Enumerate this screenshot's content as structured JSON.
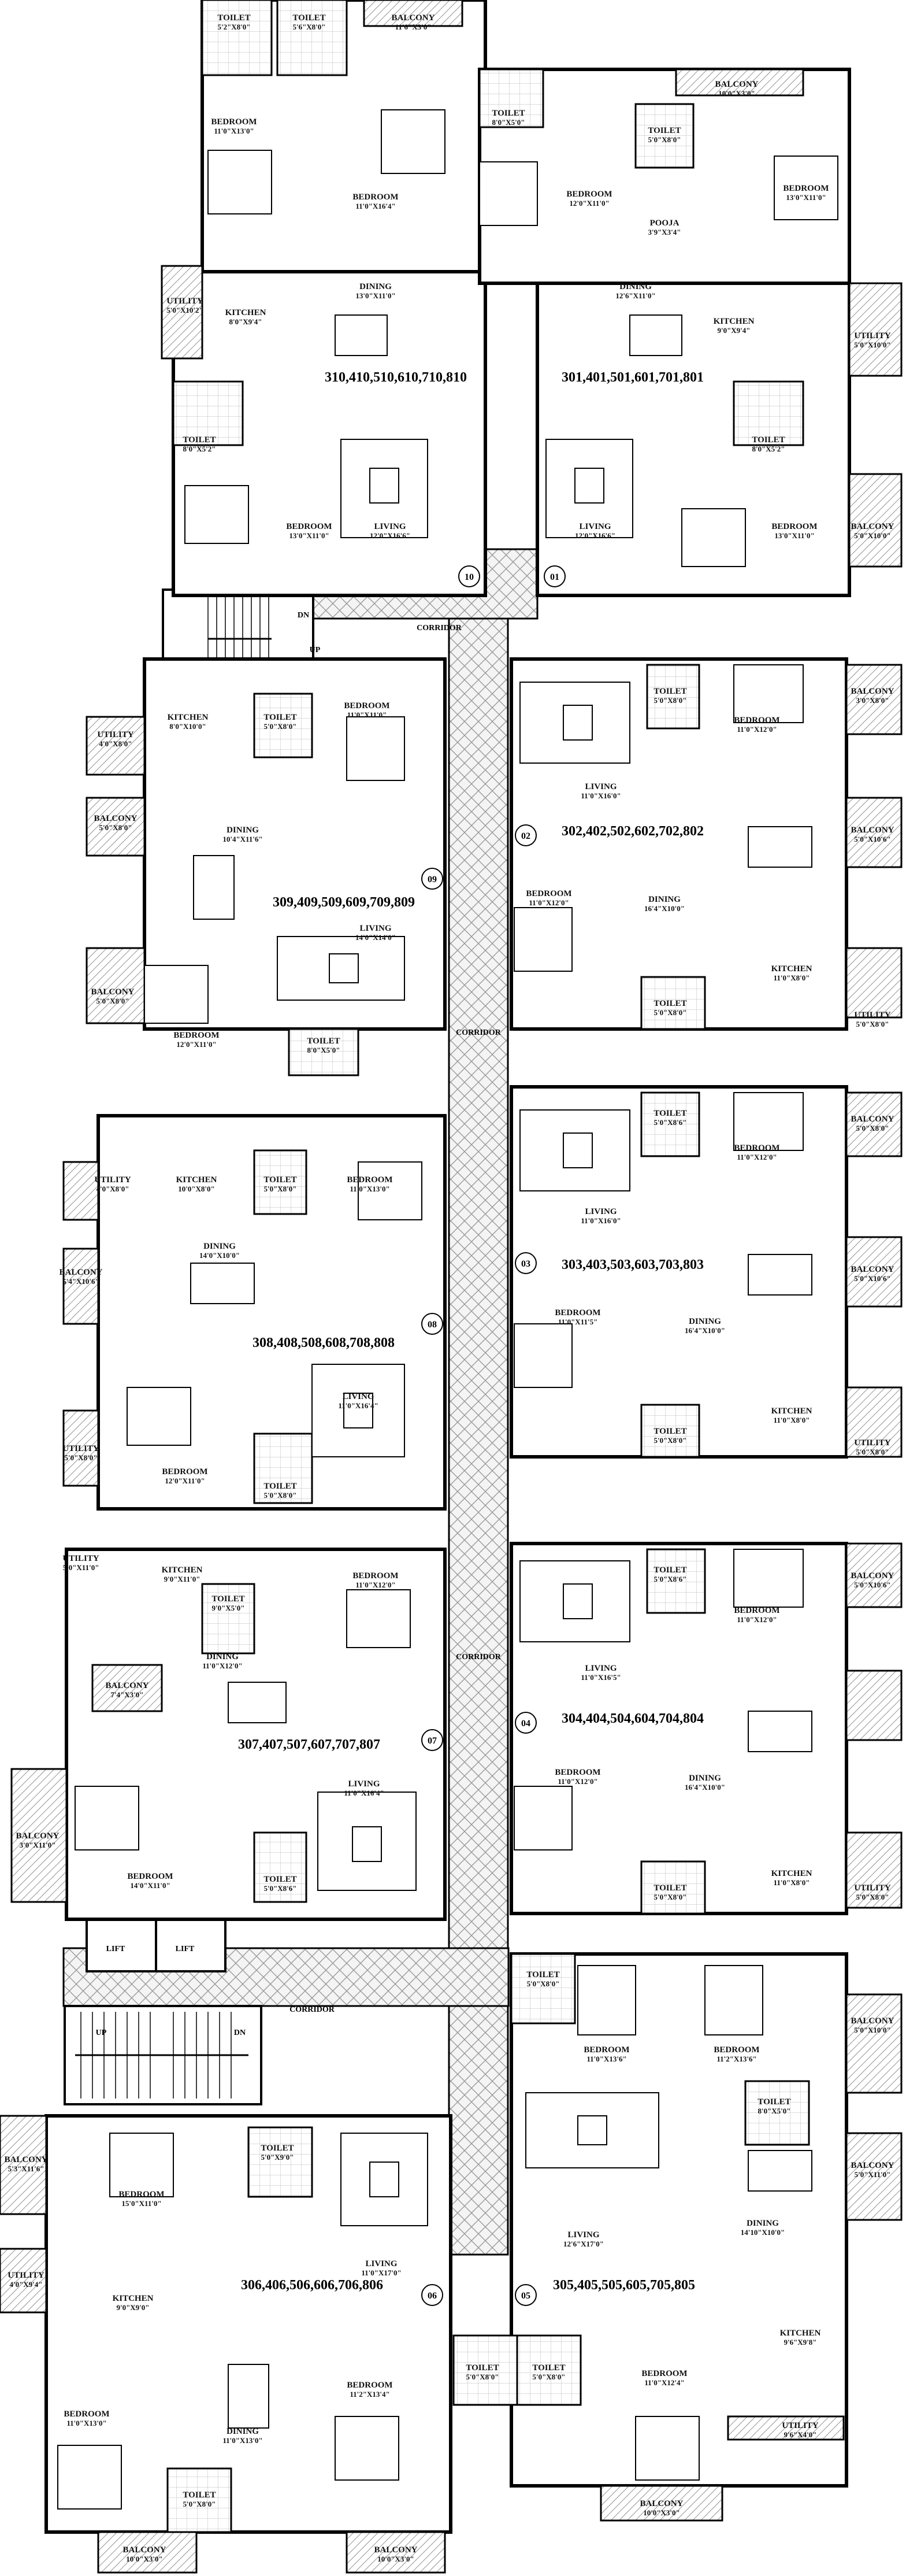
{
  "units": [
    {
      "label": "310,410,510,610,710,810",
      "num": "10"
    },
    {
      "label": "301,401,501,601,701,801",
      "num": "01"
    },
    {
      "label": "309,409,509,609,709,809",
      "num": "09"
    },
    {
      "label": "302,402,502,602,702,802",
      "num": "02"
    },
    {
      "label": "308,408,508,608,708,808",
      "num": "08"
    },
    {
      "label": "303,403,503,603,703,803",
      "num": "03"
    },
    {
      "label": "307,407,507,607,707,807",
      "num": "07"
    },
    {
      "label": "304,404,504,604,704,804",
      "num": "04"
    },
    {
      "label": "306,406,506,606,706,806",
      "num": "06"
    },
    {
      "label": "305,405,505,605,705,805",
      "num": "05"
    }
  ],
  "corridor_label": "CORRIDOR",
  "lift_label": "LIFT",
  "up_label": "UP",
  "dn_label": "DN",
  "rooms": [
    {
      "name": "TOILET",
      "dim": "5'2\"X8'0\""
    },
    {
      "name": "TOILET",
      "dim": "5'6\"X8'0\""
    },
    {
      "name": "BALCONY",
      "dim": "11'6\"X3'0\""
    },
    {
      "name": "BEDROOM",
      "dim": "11'0\"X13'0\""
    },
    {
      "name": "BEDROOM",
      "dim": "11'0\"X16'4\""
    },
    {
      "name": "TOILET",
      "dim": "8'0\"X5'0\""
    },
    {
      "name": "BEDROOM",
      "dim": "12'0\"X11'0\""
    },
    {
      "name": "TOILET",
      "dim": "5'0\"X8'0\""
    },
    {
      "name": "BALCONY",
      "dim": "10'0\"X3'0\""
    },
    {
      "name": "BEDROOM",
      "dim": "13'0\"X11'0\""
    },
    {
      "name": "POOJA",
      "dim": "3'9\"X3'4\""
    },
    {
      "name": "DINING",
      "dim": "13'0\"X11'0\""
    },
    {
      "name": "DINING",
      "dim": "12'6\"X11'0\""
    },
    {
      "name": "UTILITY",
      "dim": "5'0\"X10'2\""
    },
    {
      "name": "KITCHEN",
      "dim": "8'0\"X9'4\""
    },
    {
      "name": "KITCHEN",
      "dim": "9'0\"X9'4\""
    },
    {
      "name": "UTILITY",
      "dim": "5'0\"X10'0\""
    },
    {
      "name": "TOILET",
      "dim": "8'0\"X5'2\""
    },
    {
      "name": "TOILET",
      "dim": "8'0\"X5'2\""
    },
    {
      "name": "BEDROOM",
      "dim": "13'0\"X11'0\""
    },
    {
      "name": "LIVING",
      "dim": "12'0\"X16'6\""
    },
    {
      "name": "LIVING",
      "dim": "12'0\"X16'6\""
    },
    {
      "name": "BEDROOM",
      "dim": "13'0\"X11'0\""
    },
    {
      "name": "BALCONY",
      "dim": "5'0\"X10'0\""
    },
    {
      "name": "UTILITY",
      "dim": "4'0\"X8'0\""
    },
    {
      "name": "KITCHEN",
      "dim": "8'0\"X10'0\""
    },
    {
      "name": "TOILET",
      "dim": "5'0\"X8'0\""
    },
    {
      "name": "BEDROOM",
      "dim": "11'0\"X11'0\""
    },
    {
      "name": "BALCONY",
      "dim": "5'0\"X8'0\""
    },
    {
      "name": "DINING",
      "dim": "10'4\"X11'6\""
    },
    {
      "name": "LIVING",
      "dim": "14'0\"X14'0\""
    },
    {
      "name": "BALCONY",
      "dim": "5'0\"X8'0\""
    },
    {
      "name": "BEDROOM",
      "dim": "12'0\"X11'0\""
    },
    {
      "name": "TOILET",
      "dim": "8'0\"X5'0\""
    },
    {
      "name": "TOILET",
      "dim": "5'0\"X8'0\""
    },
    {
      "name": "BALCONY",
      "dim": "3'0\"X8'0\""
    },
    {
      "name": "LIVING",
      "dim": "11'0\"X16'0\""
    },
    {
      "name": "BEDROOM",
      "dim": "11'0\"X12'0\""
    },
    {
      "name": "BALCONY",
      "dim": "5'0\"X10'6\""
    },
    {
      "name": "BEDROOM",
      "dim": "11'0\"X12'0\""
    },
    {
      "name": "DINING",
      "dim": "16'4\"X10'0\""
    },
    {
      "name": "KITCHEN",
      "dim": "11'0\"X8'0\""
    },
    {
      "name": "TOILET",
      "dim": "5'0\"X8'0\""
    },
    {
      "name": "UTILITY",
      "dim": "5'0\"X8'0\""
    },
    {
      "name": "UTILITY",
      "dim": "4'0\"X8'0\""
    },
    {
      "name": "KITCHEN",
      "dim": "10'0\"X8'0\""
    },
    {
      "name": "TOILET",
      "dim": "5'0\"X8'0\""
    },
    {
      "name": "BEDROOM",
      "dim": "11'0\"X13'0\""
    },
    {
      "name": "BALCONY",
      "dim": "5'4\"X10'6\""
    },
    {
      "name": "DINING",
      "dim": "14'0\"X10'0\""
    },
    {
      "name": "LIVING",
      "dim": "11'0\"X16'4\""
    },
    {
      "name": "UTILITY",
      "dim": "5'0\"X8'0\""
    },
    {
      "name": "BEDROOM",
      "dim": "12'0\"X11'0\""
    },
    {
      "name": "TOILET",
      "dim": "5'0\"X8'0\""
    },
    {
      "name": "TOILET",
      "dim": "5'0\"X8'6\""
    },
    {
      "name": "LIVING",
      "dim": "11'0\"X16'0\""
    },
    {
      "name": "BEDROOM",
      "dim": "11'0\"X12'0\""
    },
    {
      "name": "BALCONY",
      "dim": "5'0\"X8'0\""
    },
    {
      "name": "BEDROOM",
      "dim": "11'0\"X11'5\""
    },
    {
      "name": "DINING",
      "dim": "16'4\"X10'0\""
    },
    {
      "name": "BALCONY",
      "dim": "5'0\"X10'6\""
    },
    {
      "name": "KITCHEN",
      "dim": "11'0\"X8'0\""
    },
    {
      "name": "TOILET",
      "dim": "5'0\"X8'0\""
    },
    {
      "name": "UTILITY",
      "dim": "5'0\"X8'0\""
    },
    {
      "name": "UTILITY",
      "dim": "5'0\"X11'0\""
    },
    {
      "name": "KITCHEN",
      "dim": "9'0\"X11'0\""
    },
    {
      "name": "TOILET",
      "dim": "9'0\"X5'0\""
    },
    {
      "name": "BEDROOM",
      "dim": "11'0\"X12'0\""
    },
    {
      "name": "DINING",
      "dim": "11'0\"X12'0\""
    },
    {
      "name": "BALCONY",
      "dim": "7'4\"X3'0\""
    },
    {
      "name": "LIVING",
      "dim": "11'0\"X16'4\""
    },
    {
      "name": "BALCONY",
      "dim": "3'0\"X11'0\""
    },
    {
      "name": "BEDROOM",
      "dim": "14'0\"X11'0\""
    },
    {
      "name": "TOILET",
      "dim": "5'0\"X8'6\""
    },
    {
      "name": "TOILET",
      "dim": "5'0\"X8'6\""
    },
    {
      "name": "LIVING",
      "dim": "11'0\"X16'5\""
    },
    {
      "name": "BEDROOM",
      "dim": "11'0\"X12'0\""
    },
    {
      "name": "BALCONY",
      "dim": "5'0\"X10'6\""
    },
    {
      "name": "BEDROOM",
      "dim": "11'0\"X12'0\""
    },
    {
      "name": "DINING",
      "dim": "16'4\"X10'0\""
    },
    {
      "name": "KITCHEN",
      "dim": "11'0\"X8'0\""
    },
    {
      "name": "TOILET",
      "dim": "5'0\"X8'0\""
    },
    {
      "name": "UTILITY",
      "dim": "5'0\"X8'0\""
    },
    {
      "name": "TOILET",
      "dim": "5'0\"X8'0\""
    },
    {
      "name": "BALCONY",
      "dim": "5'0\"X10'0\""
    },
    {
      "name": "BEDROOM",
      "dim": "11'0\"X13'6\""
    },
    {
      "name": "BEDROOM",
      "dim": "11'2\"X13'6\""
    },
    {
      "name": "TOILET",
      "dim": "8'0\"X5'0\""
    },
    {
      "name": "BALCONY",
      "dim": "5'3\"X11'6\""
    },
    {
      "name": "TOILET",
      "dim": "5'0\"X9'0\""
    },
    {
      "name": "BEDROOM",
      "dim": "15'0\"X11'0\""
    },
    {
      "name": "LIVING",
      "dim": "11'0\"X17'0\""
    },
    {
      "name": "DINING",
      "dim": "14'10\"X10'0\""
    },
    {
      "name": "BALCONY",
      "dim": "5'0\"X11'0\""
    },
    {
      "name": "LIVING",
      "dim": "12'6\"X17'0\""
    },
    {
      "name": "UTILITY",
      "dim": "4'0\"X9'4\""
    },
    {
      "name": "KITCHEN",
      "dim": "9'0\"X9'0\""
    },
    {
      "name": "TOILET",
      "dim": "5'0\"X8'0\""
    },
    {
      "name": "TOILET",
      "dim": "5'0\"X8'0\""
    },
    {
      "name": "BEDROOM",
      "dim": "11'0\"X12'4\""
    },
    {
      "name": "KITCHEN",
      "dim": "9'6\"X9'8\""
    },
    {
      "name": "BEDROOM",
      "dim": "11'0\"X13'0\""
    },
    {
      "name": "DINING",
      "dim": "11'0\"X13'0\""
    },
    {
      "name": "BEDROOM",
      "dim": "11'2\"X13'4\""
    },
    {
      "name": "UTILITY",
      "dim": "9'6\"X4'0\""
    },
    {
      "name": "TOILET",
      "dim": "5'0\"X8'0\""
    },
    {
      "name": "BALCONY",
      "dim": "10'0\"X3'0\""
    },
    {
      "name": "BALCONY",
      "dim": "10'0\"X3'0\""
    },
    {
      "name": "BALCONY",
      "dim": "10'0\"X3'0\""
    }
  ]
}
